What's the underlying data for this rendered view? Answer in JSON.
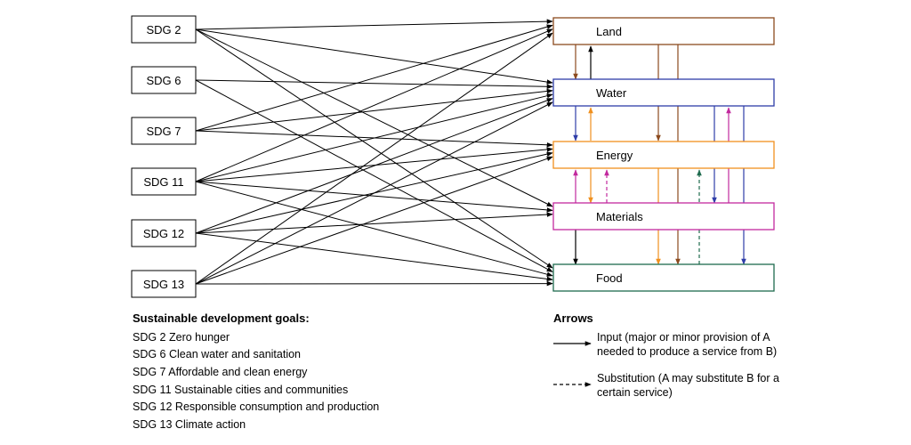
{
  "sdgs": [
    {
      "id": "sdg2",
      "label": "SDG 2"
    },
    {
      "id": "sdg6",
      "label": "SDG 6"
    },
    {
      "id": "sdg7",
      "label": "SDG 7"
    },
    {
      "id": "sdg11",
      "label": "SDG 11"
    },
    {
      "id": "sdg12",
      "label": "SDG 12"
    },
    {
      "id": "sdg13",
      "label": "SDG 13"
    }
  ],
  "nodes": [
    {
      "id": "land",
      "label": "Land",
      "color": "#8B4A1E"
    },
    {
      "id": "water",
      "label": "Water",
      "color": "#2E3DA8"
    },
    {
      "id": "energy",
      "label": "Energy",
      "color": "#F0901E"
    },
    {
      "id": "materials",
      "label": "Materials",
      "color": "#C2299E"
    },
    {
      "id": "food",
      "label": "Food",
      "color": "#1E6B4E"
    }
  ],
  "sdg_links": [
    [
      "sdg2",
      "land"
    ],
    [
      "sdg2",
      "water"
    ],
    [
      "sdg2",
      "materials"
    ],
    [
      "sdg2",
      "food"
    ],
    [
      "sdg6",
      "water"
    ],
    [
      "sdg6",
      "food"
    ],
    [
      "sdg7",
      "land"
    ],
    [
      "sdg7",
      "water"
    ],
    [
      "sdg7",
      "energy"
    ],
    [
      "sdg11",
      "land"
    ],
    [
      "sdg11",
      "water"
    ],
    [
      "sdg11",
      "energy"
    ],
    [
      "sdg11",
      "materials"
    ],
    [
      "sdg11",
      "food"
    ],
    [
      "sdg12",
      "water"
    ],
    [
      "sdg12",
      "energy"
    ],
    [
      "sdg12",
      "materials"
    ],
    [
      "sdg12",
      "food"
    ],
    [
      "sdg13",
      "land"
    ],
    [
      "sdg13",
      "water"
    ],
    [
      "sdg13",
      "energy"
    ],
    [
      "sdg13",
      "food"
    ]
  ],
  "legend": {
    "sdg_title": "Sustainable development goals:",
    "sdg_items": [
      "SDG 2 Zero hunger",
      "SDG 6 Clean water and sanitation",
      "SDG 7 Affordable and clean energy",
      "SDG 11 Sustainable cities and communities",
      "SDG 12 Responsible consumption and production",
      "SDG 13 Climate action"
    ],
    "arrows_title": "Arrows",
    "input_desc": "Input (major or minor provision of A needed to produce a service from B)",
    "substitution_desc": "Substitution (A may substitute B for a certain service)"
  }
}
